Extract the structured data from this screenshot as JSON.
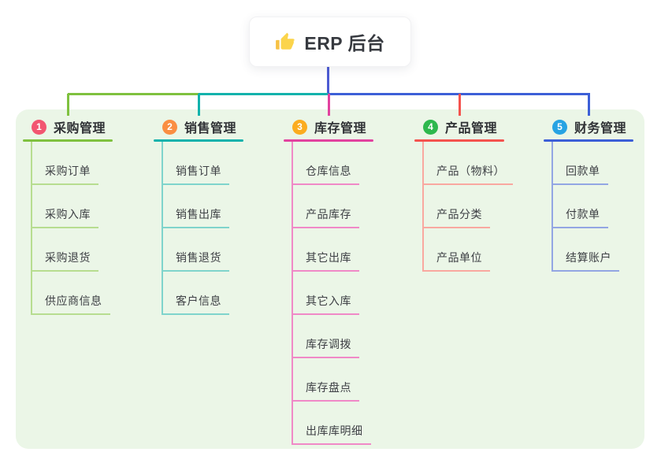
{
  "root": {
    "label": "ERP 后台",
    "icon": "thumbs-up-icon",
    "icon_color": "#f7c245",
    "stem_color": "#4d5bd3"
  },
  "colors": {
    "panel_bg": "#ebf6e7",
    "canvas_bg": "#ffffff",
    "root_text": "#36393f"
  },
  "branches": [
    {
      "number": "1",
      "label": "采购管理",
      "badge_color": "#f25571",
      "line_color": "#7fc13f",
      "child_line_color": "#b7dd90",
      "children": [
        "采购订单",
        "采购入库",
        "采购退货",
        "供应商信息"
      ]
    },
    {
      "number": "2",
      "label": "销售管理",
      "badge_color": "#fa8e42",
      "line_color": "#12b2ac",
      "child_line_color": "#7fd4cc",
      "children": [
        "销售订单",
        "销售出库",
        "销售退货",
        "客户信息"
      ]
    },
    {
      "number": "3",
      "label": "库存管理",
      "badge_color": "#fbac1f",
      "line_color": "#e2429f",
      "child_line_color": "#f089c7",
      "children": [
        "仓库信息",
        "产品库存",
        "其它出库",
        "其它入库",
        "库存调拨",
        "库存盘点",
        "出库库明细"
      ]
    },
    {
      "number": "4",
      "label": "产品管理",
      "badge_color": "#2db84d",
      "line_color": "#f4534e",
      "child_line_color": "#f9a8a0",
      "children": [
        "产品（物料）",
        "产品分类",
        "产品单位"
      ]
    },
    {
      "number": "5",
      "label": "财务管理",
      "badge_color": "#27a3e3",
      "line_color": "#3c5fd7",
      "child_line_color": "#93a6e3",
      "children": [
        "回款单",
        "付款单",
        "结算账户"
      ]
    }
  ]
}
